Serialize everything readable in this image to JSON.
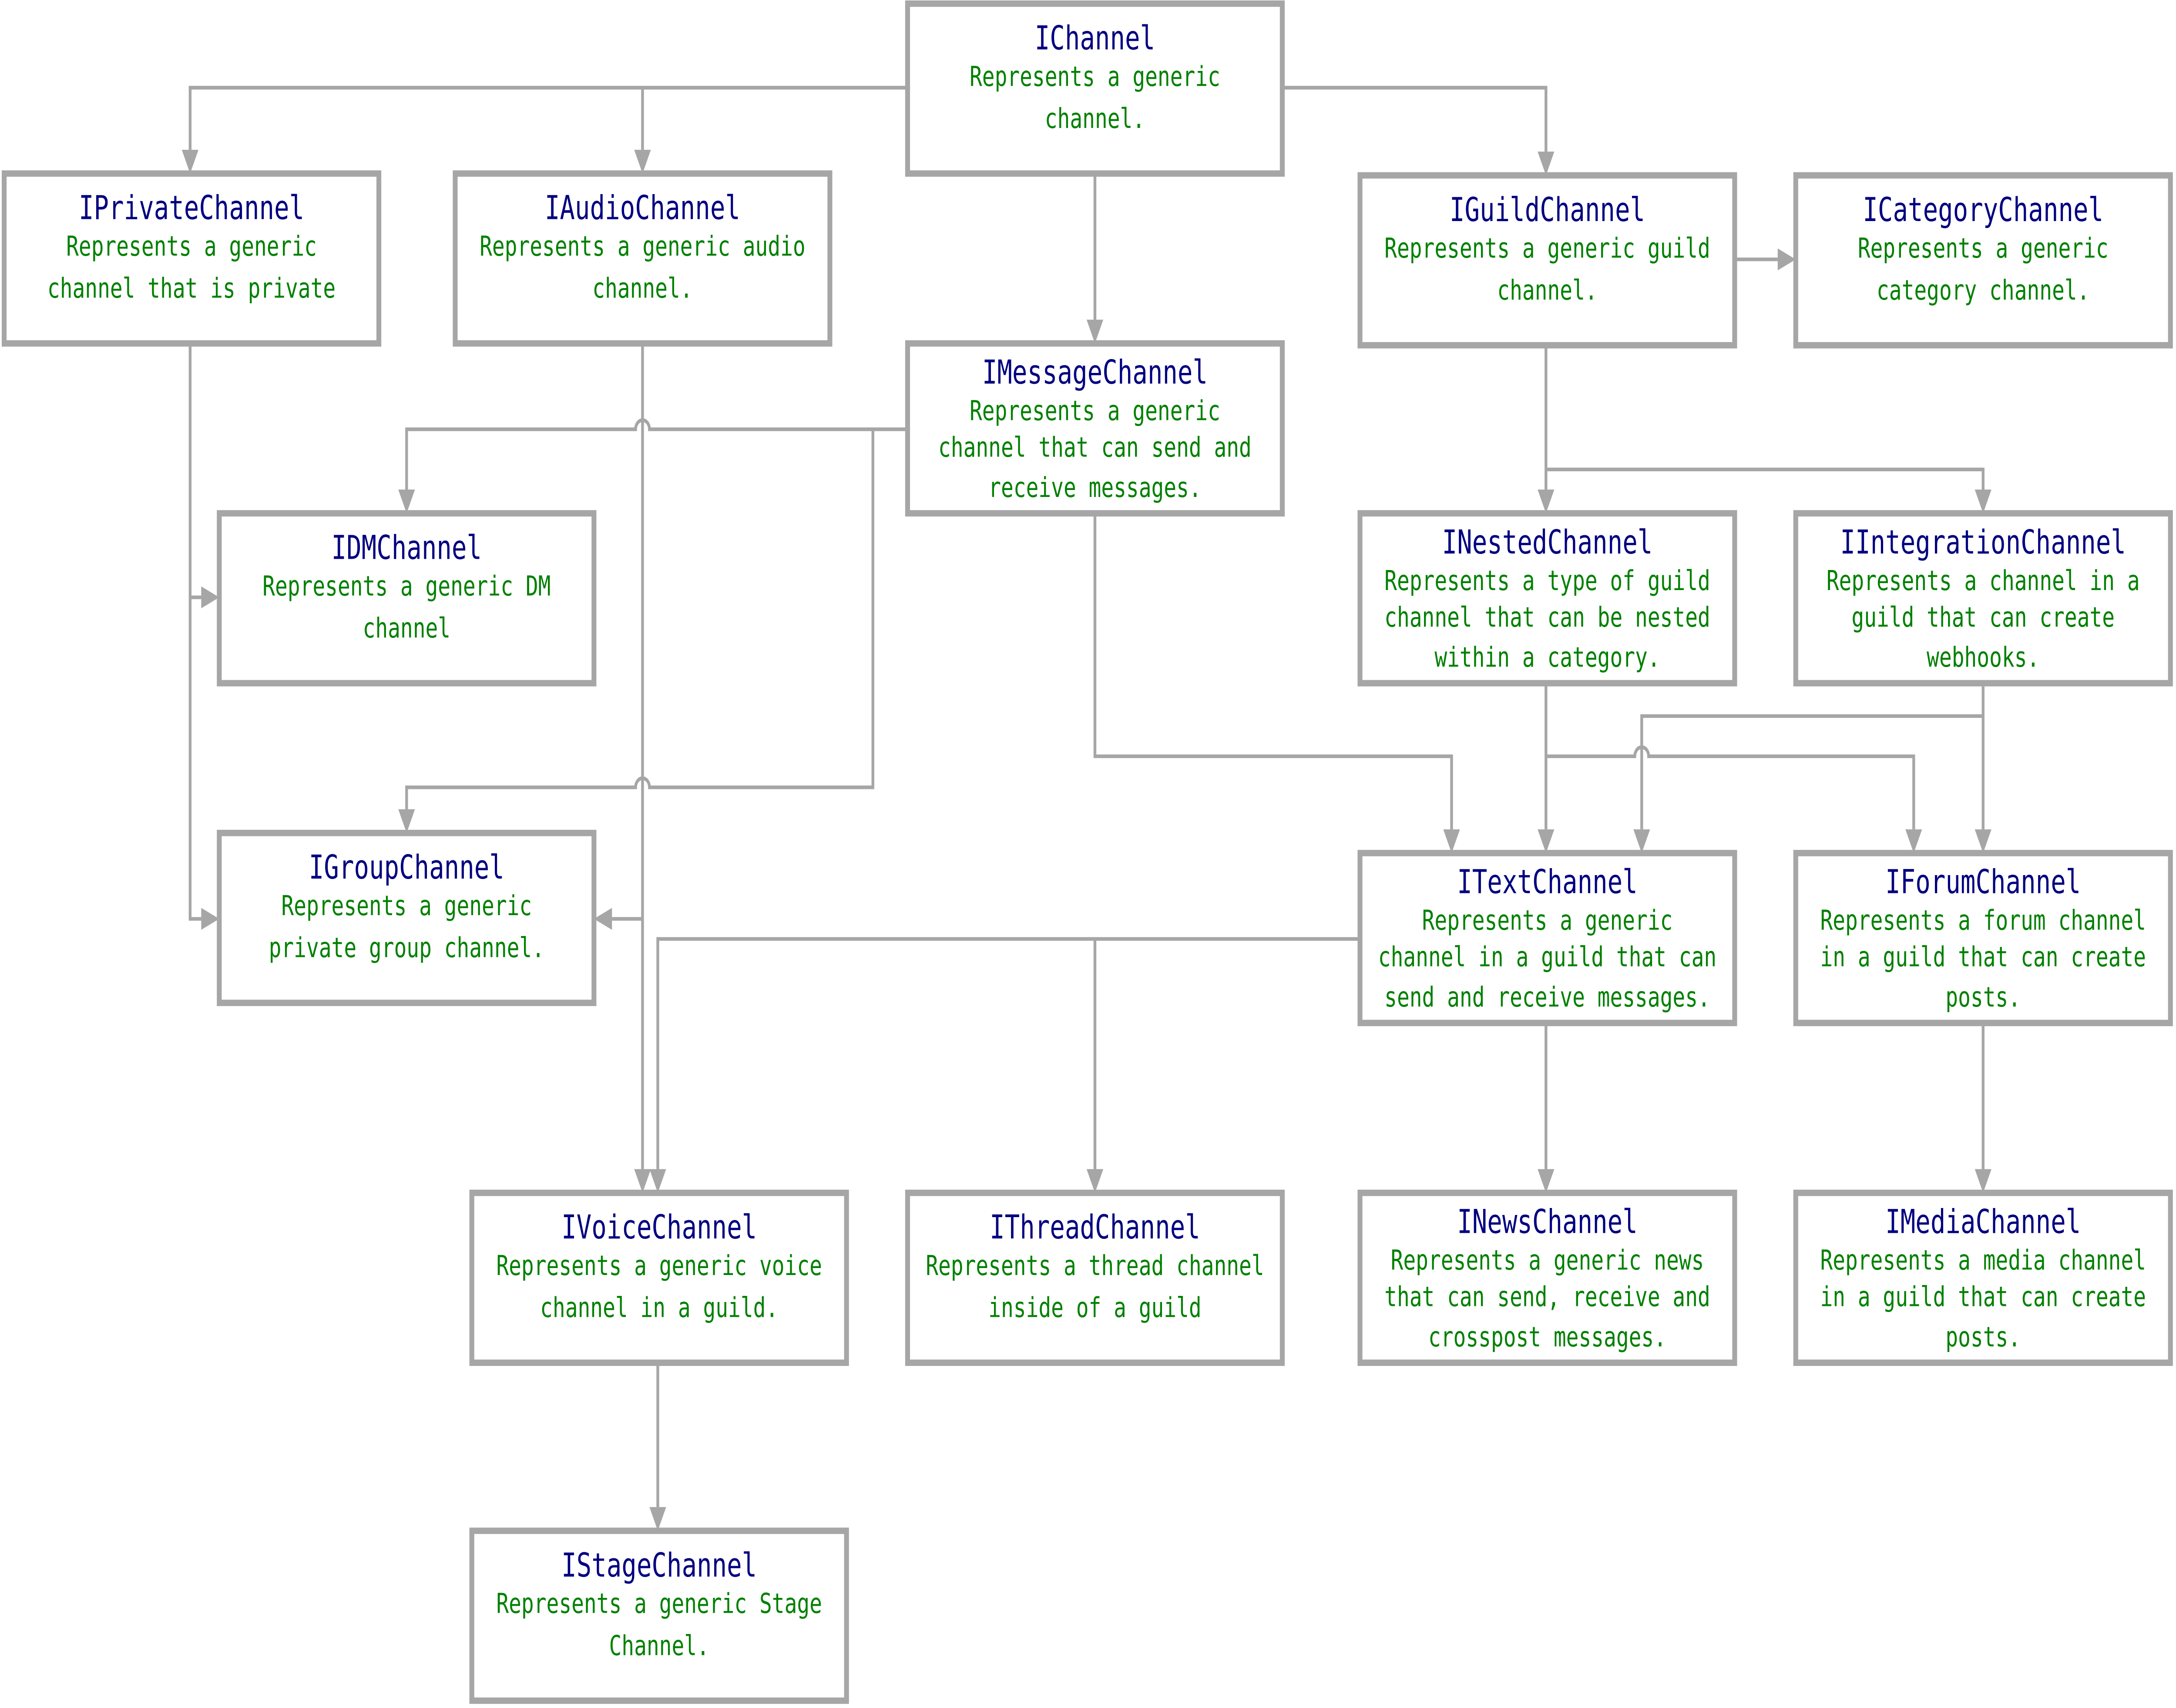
{
  "diagram": {
    "line_color": "#a6a6a6",
    "title_color": "#000080",
    "description_color": "#008000",
    "nodes": [
      {
        "id": "IChannel",
        "title": "IChannel",
        "lines": [
          "Represents a generic",
          "channel."
        ]
      },
      {
        "id": "IPrivateChannel",
        "title": "IPrivateChannel",
        "lines": [
          "Represents a generic",
          "channel that is private"
        ]
      },
      {
        "id": "IAudioChannel",
        "title": "IAudioChannel",
        "lines": [
          "Represents a generic audio",
          "channel."
        ]
      },
      {
        "id": "IGuildChannel",
        "title": "IGuildChannel",
        "lines": [
          "Represents a generic guild",
          "channel."
        ]
      },
      {
        "id": "ICategoryChannel",
        "title": "ICategoryChannel",
        "lines": [
          "Represents a generic",
          "category channel."
        ]
      },
      {
        "id": "IMessageChannel",
        "title": "IMessageChannel",
        "lines": [
          "Represents a generic",
          "channel that can send and",
          "receive messages."
        ]
      },
      {
        "id": "IDMChannel",
        "title": "IDMChannel",
        "lines": [
          "Represents a generic DM",
          "channel"
        ]
      },
      {
        "id": "INestedChannel",
        "title": "INestedChannel",
        "lines": [
          "Represents a type of guild",
          "channel that can be nested",
          "within a category."
        ]
      },
      {
        "id": "IIntegrationChannel",
        "title": "IIntegrationChannel",
        "lines": [
          "Represents a channel in a",
          "guild that can create",
          "webhooks."
        ]
      },
      {
        "id": "IGroupChannel",
        "title": "IGroupChannel",
        "lines": [
          "Represents a generic",
          "private group channel."
        ]
      },
      {
        "id": "ITextChannel",
        "title": "ITextChannel",
        "lines": [
          "Represents a generic",
          "channel in a guild that can",
          "send and receive messages."
        ]
      },
      {
        "id": "IForumChannel",
        "title": "IForumChannel",
        "lines": [
          "Represents a forum channel",
          "in a guild that can create",
          "posts."
        ]
      },
      {
        "id": "IVoiceChannel",
        "title": "IVoiceChannel",
        "lines": [
          "Represents a generic voice",
          "channel in a guild."
        ]
      },
      {
        "id": "IThreadChannel",
        "title": "IThreadChannel",
        "lines": [
          "Represents a thread channel",
          "inside of a guild"
        ]
      },
      {
        "id": "INewsChannel",
        "title": "INewsChannel",
        "lines": [
          "Represents a generic news",
          "that can send, receive and",
          "crosspost messages."
        ]
      },
      {
        "id": "IMediaChannel",
        "title": "IMediaChannel",
        "lines": [
          "Represents a media channel",
          "in a guild that can create",
          "posts."
        ]
      },
      {
        "id": "IStageChannel",
        "title": "IStageChannel",
        "lines": [
          "Represents a generic Stage",
          "Channel."
        ]
      }
    ],
    "edges": [
      {
        "from": "IChannel",
        "to": "IPrivateChannel"
      },
      {
        "from": "IChannel",
        "to": "IAudioChannel"
      },
      {
        "from": "IChannel",
        "to": "IGuildChannel"
      },
      {
        "from": "IChannel",
        "to": "IMessageChannel"
      },
      {
        "from": "IGuildChannel",
        "to": "ICategoryChannel"
      },
      {
        "from": "IGuildChannel",
        "to": "INestedChannel"
      },
      {
        "from": "IGuildChannel",
        "to": "IIntegrationChannel"
      },
      {
        "from": "IMessageChannel",
        "to": "IDMChannel"
      },
      {
        "from": "IMessageChannel",
        "to": "IGroupChannel"
      },
      {
        "from": "IPrivateChannel",
        "to": "IDMChannel"
      },
      {
        "from": "IPrivateChannel",
        "to": "IGroupChannel"
      },
      {
        "from": "IAudioChannel",
        "to": "IGroupChannel"
      },
      {
        "from": "IAudioChannel",
        "to": "IVoiceChannel"
      },
      {
        "from": "IMessageChannel",
        "to": "ITextChannel"
      },
      {
        "from": "INestedChannel",
        "to": "ITextChannel"
      },
      {
        "from": "INestedChannel",
        "to": "IForumChannel"
      },
      {
        "from": "IIntegrationChannel",
        "to": "ITextChannel"
      },
      {
        "from": "IIntegrationChannel",
        "to": "IForumChannel"
      },
      {
        "from": "ITextChannel",
        "to": "IVoiceChannel"
      },
      {
        "from": "ITextChannel",
        "to": "IThreadChannel"
      },
      {
        "from": "ITextChannel",
        "to": "INewsChannel"
      },
      {
        "from": "IForumChannel",
        "to": "IMediaChannel"
      },
      {
        "from": "IVoiceChannel",
        "to": "IStageChannel"
      }
    ]
  }
}
